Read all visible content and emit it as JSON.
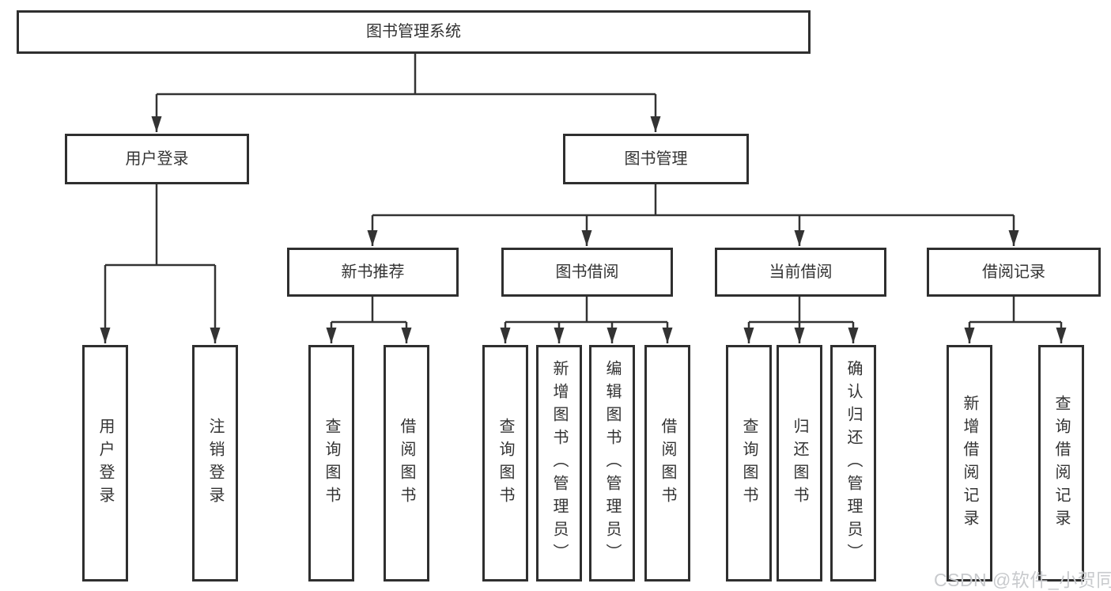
{
  "colors": {
    "background": "#ffffff",
    "line": "#333333",
    "box_border": "#2f2f2f",
    "text": "#333333",
    "watermark": "#c8cacd"
  },
  "watermark": {
    "text": "CSDN @软件_小贺同学"
  },
  "tree": {
    "label": "图书管理系统",
    "children": [
      {
        "label": "用户登录",
        "children": [
          {
            "label": "用户登录"
          },
          {
            "label": "注销登录"
          }
        ]
      },
      {
        "label": "图书管理",
        "children": [
          {
            "label": "新书推荐",
            "children": [
              {
                "label": "查询图书"
              },
              {
                "label": "借阅图书"
              }
            ]
          },
          {
            "label": "图书借阅",
            "children": [
              {
                "label": "查询图书"
              },
              {
                "label": "新增图书（管理员）"
              },
              {
                "label": "编辑图书（管理员）"
              },
              {
                "label": "借阅图书"
              }
            ]
          },
          {
            "label": "当前借阅",
            "children": [
              {
                "label": "查询图书"
              },
              {
                "label": "归还图书"
              },
              {
                "label": "确认归还（管理员）"
              }
            ]
          },
          {
            "label": "借阅记录",
            "children": [
              {
                "label": "新增借阅记录"
              },
              {
                "label": "查询借阅记录"
              }
            ]
          }
        ]
      }
    ]
  }
}
